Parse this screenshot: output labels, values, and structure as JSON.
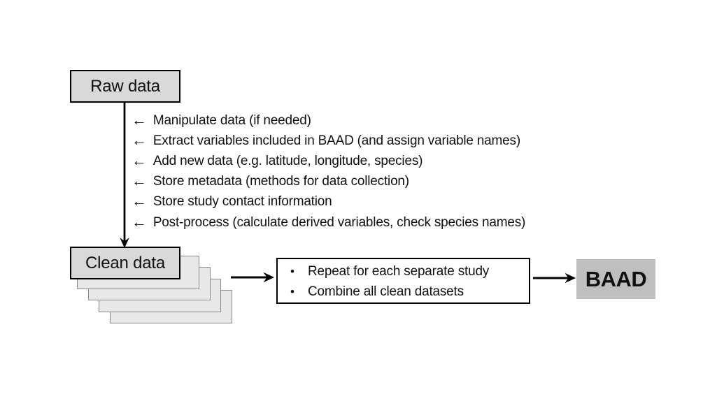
{
  "colors": {
    "background": "#ffffff",
    "box_fill": "#d9d9d9",
    "box_border": "#000000",
    "stack_fill": "#e8e8e8",
    "stack_border": "#8a8a8a",
    "process_box_fill": "#ffffff",
    "process_box_border": "#000000",
    "baad_fill": "#bfbfbf",
    "arrow": "#000000",
    "text": "#111111"
  },
  "glyphs": {
    "left_arrow": "←",
    "bullet": "•"
  },
  "raw_data_box": {
    "label": "Raw data"
  },
  "processing_steps": [
    "Manipulate data (if needed)",
    "Extract variables included in BAAD (and assign variable names)",
    "Add new data (e.g. latitude, longitude, species)",
    "Store metadata (methods for data collection)",
    "Store study contact information",
    "Post-process (calculate derived variables, check species names)"
  ],
  "clean_data_box": {
    "label": "Clean data",
    "stacked_page_count": 4
  },
  "combine_box": {
    "items": [
      "Repeat for each separate study",
      "Combine all clean datasets"
    ]
  },
  "baad_box": {
    "label": "BAAD"
  }
}
